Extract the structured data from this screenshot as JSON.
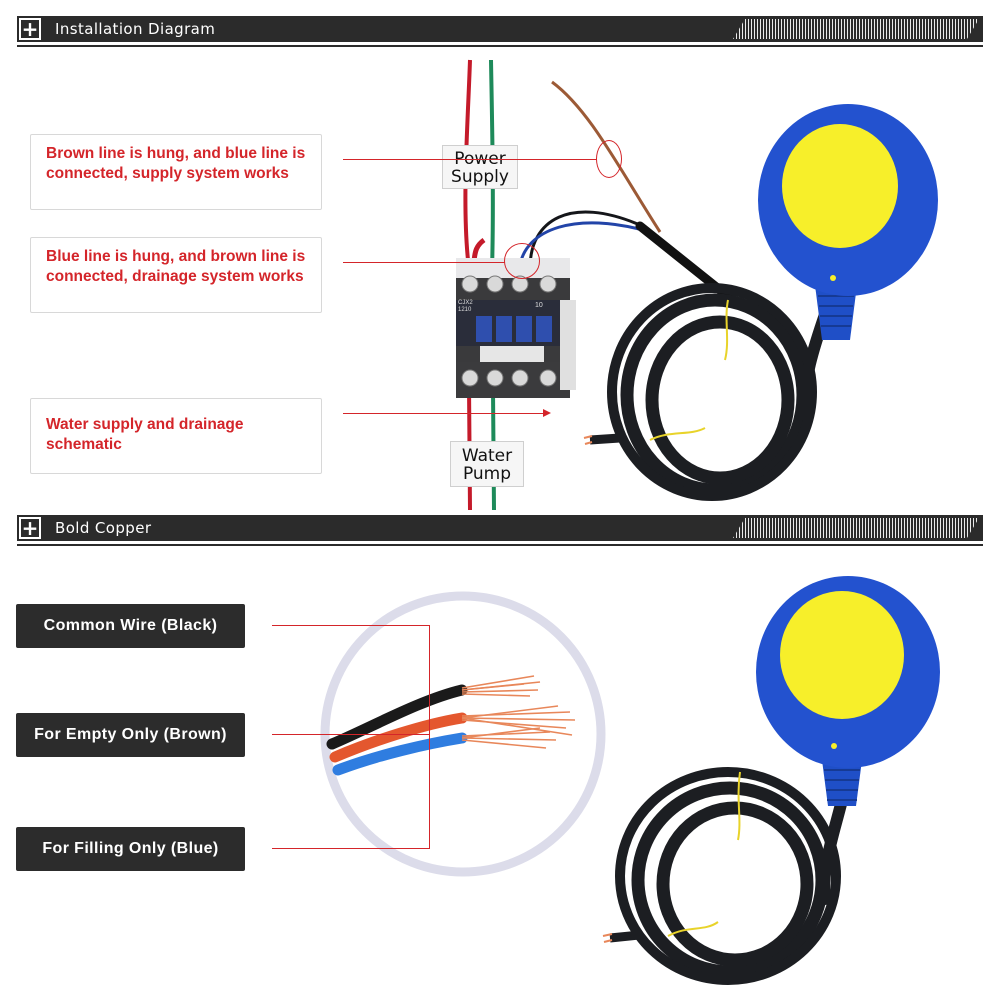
{
  "sections": [
    {
      "plus": "+",
      "title": "Installation Diagram"
    },
    {
      "plus": "+",
      "title": "Bold Copper"
    }
  ],
  "installation": {
    "notes": [
      "Brown line is hung, and blue line is connected, supply system works",
      "Blue line is hung, and brown line is connected, drainage system works",
      "Water supply and drainage schematic"
    ],
    "tag_power_line1": "Power",
    "tag_power_line2": "Supply",
    "tag_pump_line1": "Water",
    "tag_pump_line2": "Pump",
    "contactor_model": "CJX2 1210",
    "contactor_no": "10"
  },
  "copper": {
    "labels": [
      "Common Wire (Black)",
      "For Empty Only (Brown)",
      "For Filling Only (Blue)"
    ]
  },
  "colors": {
    "bar": "#2b2b2b",
    "accent_red": "#d4252a",
    "float_blue": "#1f4fc7",
    "float_yellow": "#f7ef2a",
    "cable": "#1d1f22",
    "copper": "#e8875a"
  }
}
